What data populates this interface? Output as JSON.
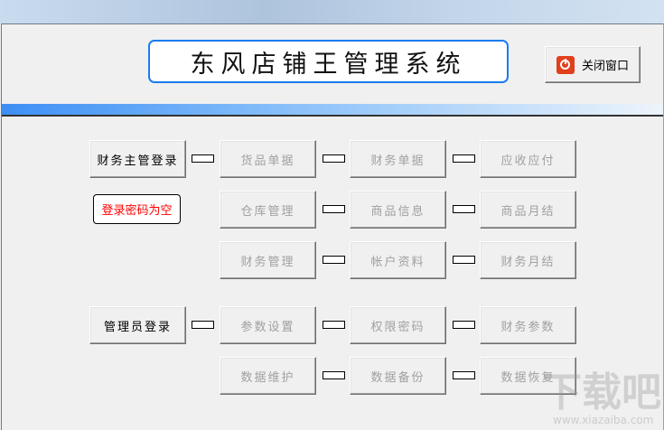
{
  "title": "东风店铺王管理系统",
  "close_button": "关闭窗口",
  "password_status": "登录密码为空",
  "rows": [
    {
      "login": "财务主管登录",
      "buttons": [
        "货品单据",
        "财务单据",
        "应收应付"
      ]
    },
    {
      "buttons": [
        "仓库管理",
        "商品信息",
        "商品月结"
      ]
    },
    {
      "buttons": [
        "财务管理",
        "帐户资料",
        "财务月结"
      ]
    },
    {
      "login": "管理员登录",
      "buttons": [
        "参数设置",
        "权限密码",
        "财务参数"
      ]
    },
    {
      "buttons": [
        "数据维护",
        "数据备份",
        "数据恢复"
      ]
    }
  ],
  "watermark": "下载吧 www.xiazaiba.com"
}
